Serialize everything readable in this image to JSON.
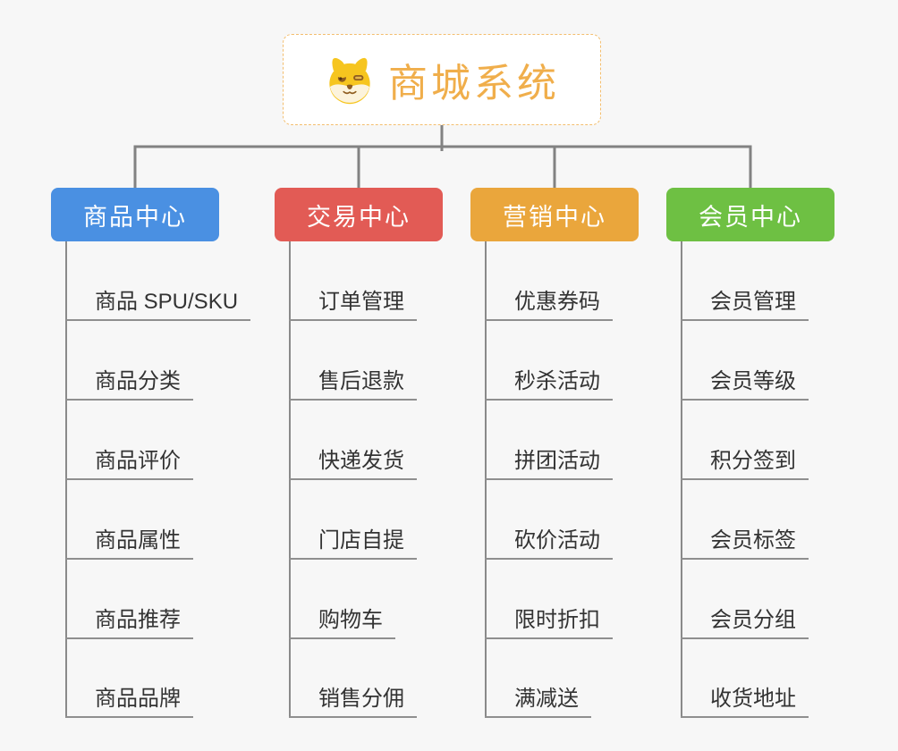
{
  "page": {
    "background": "#f7f7f7",
    "connector_color": "#828282",
    "underline_color": "#8f8f8f"
  },
  "root": {
    "title": "商城系统",
    "icon": "doge-face-icon",
    "title_color": "#f0ae4b",
    "border_color": "#f3be6e"
  },
  "branches": [
    {
      "label": "商品中心",
      "color": "#4a90e2",
      "children": [
        "商品 SPU/SKU",
        "商品分类",
        "商品评价",
        "商品属性",
        "商品推荐",
        "商品品牌"
      ]
    },
    {
      "label": "交易中心",
      "color": "#e25b55",
      "children": [
        "订单管理",
        "售后退款",
        "快递发货",
        "门店自提",
        "购物车",
        "销售分佣"
      ]
    },
    {
      "label": "营销中心",
      "color": "#eaa63c",
      "children": [
        "优惠券码",
        "秒杀活动",
        "拼团活动",
        "砍价活动",
        "限时折扣",
        "满减送"
      ]
    },
    {
      "label": "会员中心",
      "color": "#6ec043",
      "children": [
        "会员管理",
        "会员等级",
        "积分签到",
        "会员标签",
        "会员分组",
        "收货地址"
      ]
    }
  ]
}
